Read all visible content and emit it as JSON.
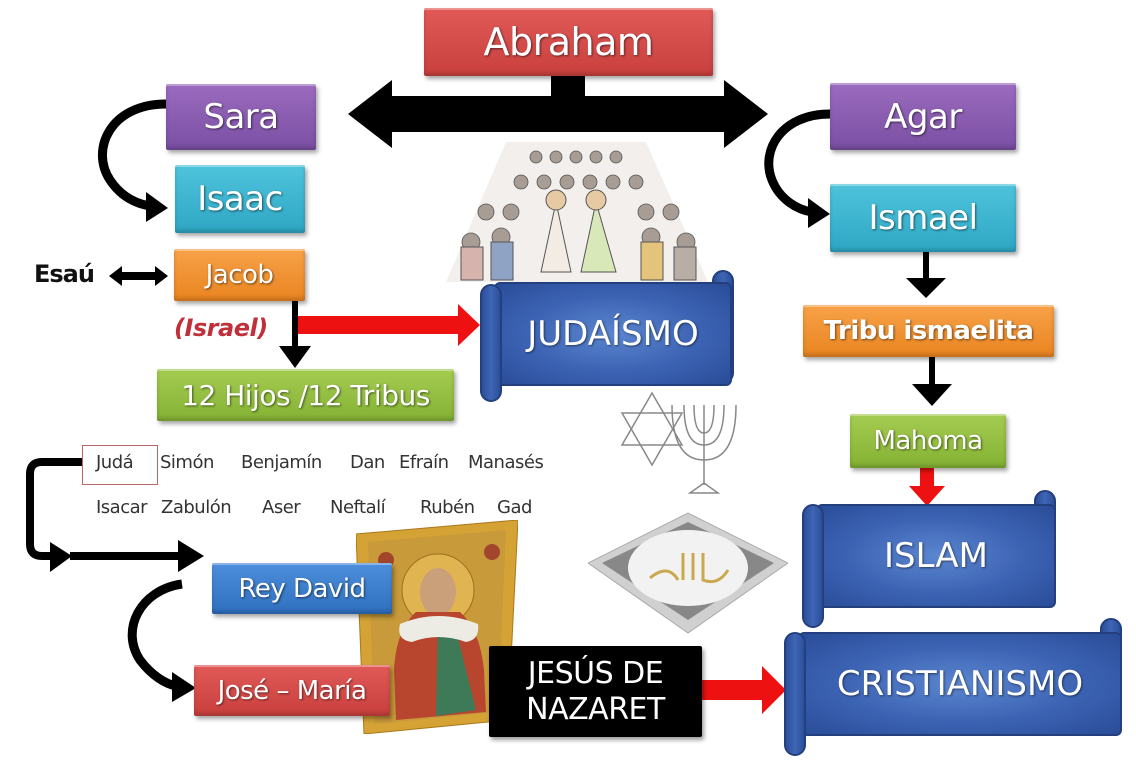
{
  "title": "Abraham",
  "nodes": {
    "abraham": "Abraham",
    "sara": "Sara",
    "agar": "Agar",
    "isaac": "Isaac",
    "ismael": "Ismael",
    "jacob": "Jacob",
    "esau": "Esaú",
    "israel": "(Israel)",
    "hijos_tribus": "12 Hijos /12 Tribus",
    "tribu_ismaelita": "Tribu ismaelita",
    "mahoma": "Mahoma",
    "rey_david": "Rey David",
    "jose_maria": "José – María",
    "jesus_line1": "JESÚS DE",
    "jesus_line2": "NAZARET"
  },
  "religions": {
    "judaismo": "JUDAÍSMO",
    "islam": "ISLAM",
    "cristianismo": "CRISTIANISMO"
  },
  "tribes": {
    "row1": [
      "Judá",
      "Simón",
      "Benjamín",
      "Dan",
      "Efraín",
      "Manasés"
    ],
    "row2": [
      "Isacar",
      "Zabulón",
      "Aser",
      "Neftalí",
      "Rubén",
      "Gad"
    ],
    "highlighted": "Judá"
  },
  "images": {
    "crowd": "crowd-of-people-illustration",
    "star_menorah": "star-of-david-and-menorah",
    "allah_plaque": "allah-calligraphy-plaque",
    "jesus_icon": "good-shepherd-icon"
  },
  "colors": {
    "red_box": "#c9403d",
    "purple_box": "#7a4fa3",
    "cyan_box": "#2ea7c4",
    "orange_box": "#ea8420",
    "green_box": "#84b233",
    "blue_box": "#2f6fbf",
    "scroll_blue": "#3b62b2",
    "red_arrow": "#ee1111",
    "israel_text": "#c0303a"
  }
}
